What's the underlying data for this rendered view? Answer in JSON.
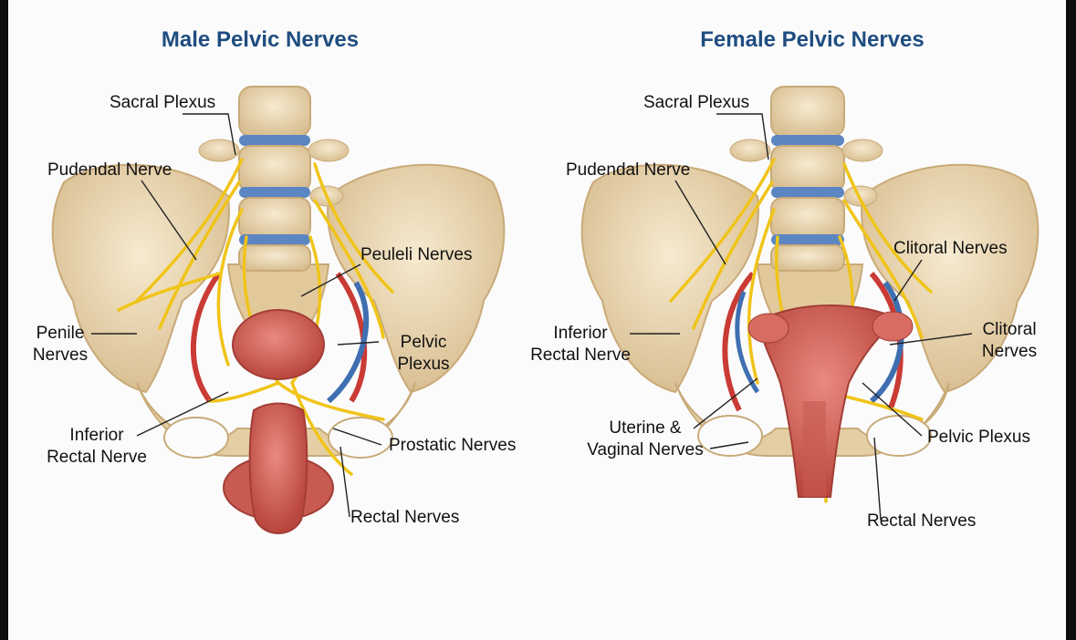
{
  "male": {
    "title": "Male Pelvic Nerves",
    "labels": {
      "sacral_plexus": "Sacral Plexus",
      "pudendal_nerve": "Pudendal Nerve",
      "peuleli_nerves": "Peuleli Nerves",
      "penile_nerves": "Penile\nNerves",
      "pelvic_plexus": "Pelvic\nPlexus",
      "inferior_rectal_nerve": "Inferior\nRectal Nerve",
      "prostatic_nerves": "Prostatic Nerves",
      "rectal_nerves": "Rectal Nerves"
    }
  },
  "female": {
    "title": "Female Pelvic Nerves",
    "labels": {
      "sacral_plexus": "Sacral Plexus",
      "pudendal_nerve": "Pudendal Nerve",
      "clitoral_nerves_top": "Clitoral Nerves",
      "inferior_rectal_nerve": "Inferior\nRectal Nerve",
      "clitoral_nerves_side": "Clitoral\nNerves",
      "uterine_vaginal_nerves": "Uterine &\nVaginal Nerves",
      "pelvic_plexus": "Pelvic Plexus",
      "rectal_nerves": "Rectal Nerves"
    }
  },
  "colors": {
    "title": "#1f4d80",
    "bone": "#eedcb8",
    "bone_shadow": "#d8bf92",
    "disc": "#5b86c2",
    "nerve": "#f0c419",
    "artery": "#c93b34",
    "vein": "#3f6fb0",
    "organ": "#d8675e",
    "organ_dark": "#b8473f"
  }
}
